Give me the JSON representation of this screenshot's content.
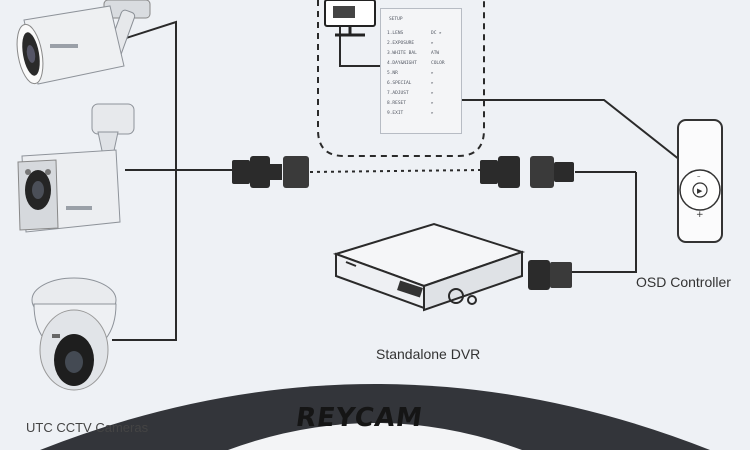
{
  "labels": {
    "osd_controller": "OSD Controller",
    "dvr": "Standalone DVR",
    "cameras": "UTC CCTV Cameras"
  },
  "brand": "REYCAM",
  "osd_menu": {
    "title": "SETUP",
    "items": [
      {
        "name": "1.LENS",
        "value": "DC ▸"
      },
      {
        "name": "2.EXPOSURE",
        "value": "▸"
      },
      {
        "name": "3.WHITE BAL",
        "value": "ATW"
      },
      {
        "name": "4.DAY&NIGHT",
        "value": "COLOR"
      },
      {
        "name": "5.NR",
        "value": "▸"
      },
      {
        "name": "6.SPECIAL",
        "value": "▸"
      },
      {
        "name": "7.ADJUST",
        "value": "▸"
      },
      {
        "name": "8.RESET",
        "value": "▸"
      },
      {
        "name": "9.EXIT",
        "value": "▸"
      }
    ]
  },
  "icons": [
    "bullet-camera-icon",
    "box-camera-icon",
    "dome-camera-icon",
    "bnc-connector-icon",
    "dvr-icon",
    "osd-controller-icon",
    "monitor-icon"
  ],
  "colors": {
    "background": "#eef1f5",
    "wire": "#2a2a2a",
    "footer_arc": "#33353a",
    "brand": "#151515"
  }
}
